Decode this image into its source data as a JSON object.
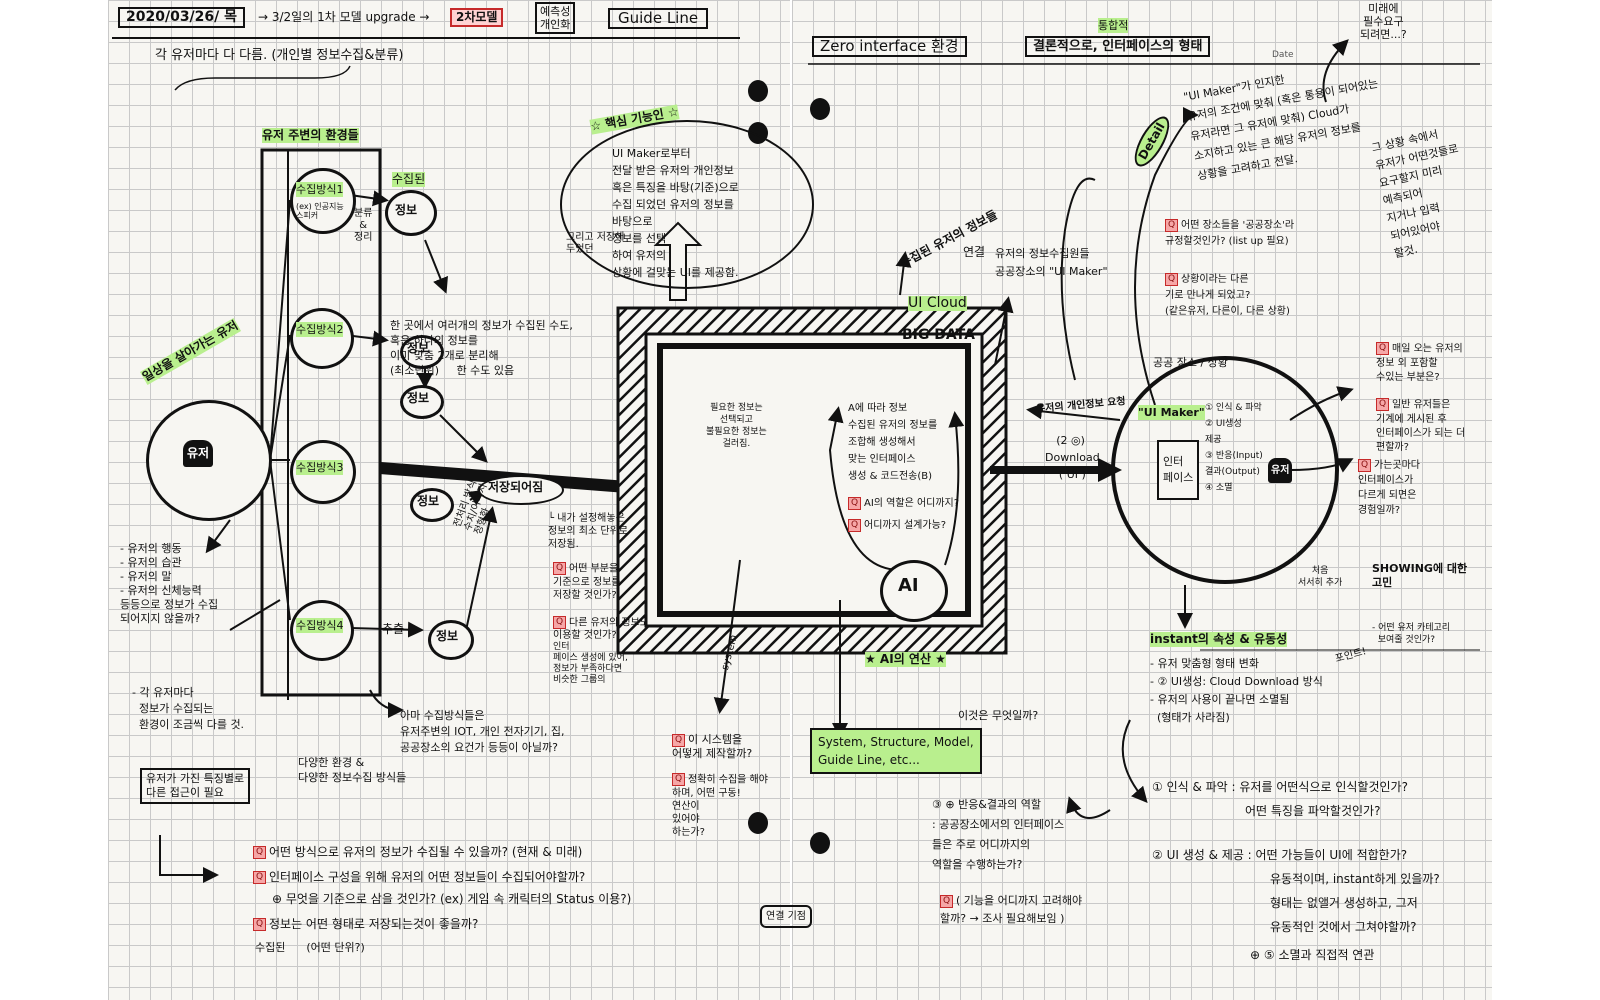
{
  "header": {
    "date": "2020/03/26/ 목",
    "upgrade": "→ 3/2일의 1차 모델 upgrade →",
    "second_model": "2차모델",
    "user_custom": "예측성\n개인화",
    "guide_line": "Guide Line",
    "subtitle": "각 유저마다 다 다름. (개인별 정보수집&분류)",
    "zero_interface": "Zero interface 환경",
    "conclusion": "결론적으로, 인터페이스의 형태",
    "consistent": "통합적",
    "essential": "미래에\n필수요구\n되려면...?",
    "date_label": "Date"
  },
  "left": {
    "env_title": "유저 주변의 환경들",
    "living_user": "일상을 살아가는 유저",
    "user": "유저",
    "collect": [
      "수집방식1",
      "수집방식2",
      "수집방식3",
      "수집방식4"
    ],
    "collect1_sub": "(ex) 인공지능\n스피커",
    "collected": "수집된",
    "info": "정보",
    "classify_arrange": "분류\n&\n정리",
    "extract": "추출",
    "stored": "저장되어짐",
    "classify_method": "전처리 방식\n수치/이미지\n정형화",
    "diverse_env": "다양한 환경 &\n다양한 정보수집 방식들",
    "multi_info": "한 곳에서 여러개의 정보가 수집된 수도,\n혹은 하나의 정보를\n이미 맞춤 2개로 분리해\n(최소단위)     한 수도 있음",
    "behavior": "- 유저의 행동\n- 유저의 습관\n- 유저의 말\n- 유저의 신체능력\n등등으로 정보가 수집\n되어지지 않을까?",
    "each_user": "- 각 유저마다\n  정보가 수집되는\n  환경이 조금씩 다를 것.",
    "plus_note": "유저가 가진 특징별로\n다른 접근이 필요",
    "collection_method": "아마 수집방식들은\n유저주변의 IOT, 개인 전자기기, 집,\n공공장소의 요건가 등등이 아닐까?",
    "questions": [
      "어떤 방식으로 유저의 정보가 수집될 수 있을까? (현재 & 미래)",
      "인터페이스 구성을 위해 유저의 어떤 정보들이 수집되어야할까?",
      "⊕ 무엇을 기준으로 삼을 것인가? (ex) 게임 속 캐릭터의 Status 이용?)",
      "정보는 어떤 형태로 저장되는것이 좋을까?",
      "수집된      (어떤 단위?)"
    ],
    "storage_note": "└ 내가 설정해놓은\n정보의 최소 단위로\n저장됨.",
    "storage_q1": "어떤 부분을\n기준으로 정보를\n저장할 것인가?",
    "storage_q2": "다른 유저의 정보도\n이용할 것인가?",
    "storage_q2_sub": "인터\n페이스 생성에 있어,\n정보가 부족하다면\n비슷한 그룹의",
    "core_feature": "☆ 핵심 기능인 ☆",
    "ui_maker_desc": "UI Maker로부터\n전달 받은 유저의 개인정보\n혹은 특징을 바탕(기준)으로\n수집 되었던 유저의 정보를\n바탕으로\n정보를 선택\n하여 유저의\n상황에 걸맞는 UI를 제공함.",
    "and_store": "그리고 저장해\n두었던",
    "needed_info": "필요한 정보는\n선택되고\n불필요한 정보는\n걸러짐.",
    "system_label": "system",
    "q_system": "이 시스템을\n어떻게 제작할까?",
    "q_accuracy": "정확히 수집을 해야\n하며, 어떤 구동!\n연산이\n있어야\n하는가?",
    "scrap": "연결 기점"
  },
  "right": {
    "collected_info": "수집된 유저의 정보들",
    "connect": "연결",
    "ui_maker_link": "유저의 정보수집원들\n공공장소의 \"UI Maker\"",
    "ui_cloud": "UI Cloud",
    "big_data": "BIG DATA",
    "ai_desc": "A에 따라 정보\n수집된 유저의 정보를\n조합해 생성해서\n맞는 인터페이스\n생성 & 코드전송(B)",
    "ai_role": "AI의 역할은 어디까지?",
    "design_limit": "어디까지 설계가능?",
    "ai": "AI",
    "ai_calc": "★ AI의 연산 ★",
    "what_is_this": "이것은 무엇일까?",
    "system_box": "System, Structure, Model,\nGuide Line, etc...",
    "request": "유저의 개인정보 요청",
    "download": "(2 ◎) \nDownload\n( UI )",
    "public_place": "공공 장소 / 상황",
    "ui_maker_center": "\"UI Maker\"",
    "interface": "인터\n페이스",
    "user": "유저",
    "steps": "① 인식 & 파악\n② UI생성\n제공\n③ 반응(Input)\n결과(Output)\n④ 소멸",
    "instant": "instant의 속성 & 유동성",
    "instant_list": "- 유저 맞춤형 형태 변화\n- ② UI생성: Cloud Download 방식\n- 유저의 사용이 끝나면 소멸됨\n  (형태가 사라짐)",
    "point": "포인트!",
    "detail": "Detail",
    "ui_maker_desc": "\"UI Maker\"가 인지한\n유저의 조건에 맞춰 (혹은 통용이 되어있는\n유저라면 그 유저에 맞춰) Cloud가\n소지하고 있는 큰 해당 유저의 정보를\n상황을 고려하고 전달.",
    "public_q": "어떤 장소들을 '공공장소'라\n규정할것인가? (list up 필요)",
    "situation_q": "상황이라는 다른\n기로 만나게 되었고?\n(같은유저, 다른이, 다른 상황)",
    "beyond": "그 상황 속에서\n유저가 어떤것들로\n요구할지 미리\n예측되어\n지거나 입력\n되어있어야\n할것.",
    "everyday_users": "매일 오는 유저의\n정보 외 포함할\n수있는 부분은?",
    "alert": "일반 유저들은\n기계에 게시된 후\n인터페이스가 되는 더\n편할까?",
    "direct": "가는곳마다\n인터페이스가\n다르게 되면은\n경험일까?",
    "showing": "SHOWING에 대한\n고민",
    "showing_q": "- 어떤 유저 카테고리\n  보여줄 것인가?",
    "start_slowly": "처음\n서서히 추가",
    "bottom_q": [
      "① 인식 & 파악 : 유저를 어떤식으로 인식할것인가?",
      "어떤 특징을 파악할것인가?",
      "② UI 생성 & 제공 : 어떤 가능들이 UI에 적합한가?",
      "유동적이며, instant하게 있을까?",
      "형태는 없앨거 생성하고, 그저",
      "유동적인 것에서 그쳐야할까?",
      "⊕ ⑤ 소멸과 직접적 연관"
    ],
    "role_q": "③ ⊕ 반응&결과의 역할\n: 공공장소에서의 인터페이스\n들은 주로 어디까지의\n역할을 수행하는가?",
    "role_q2": "( 기능을 어디까지 고려해야\n할까? → 조사 필요해보임 )"
  },
  "colors": {
    "highlight": "#b9ef8e",
    "q_red": "#c62a2a",
    "ink": "#111111",
    "paper": "#f7f6f2"
  }
}
